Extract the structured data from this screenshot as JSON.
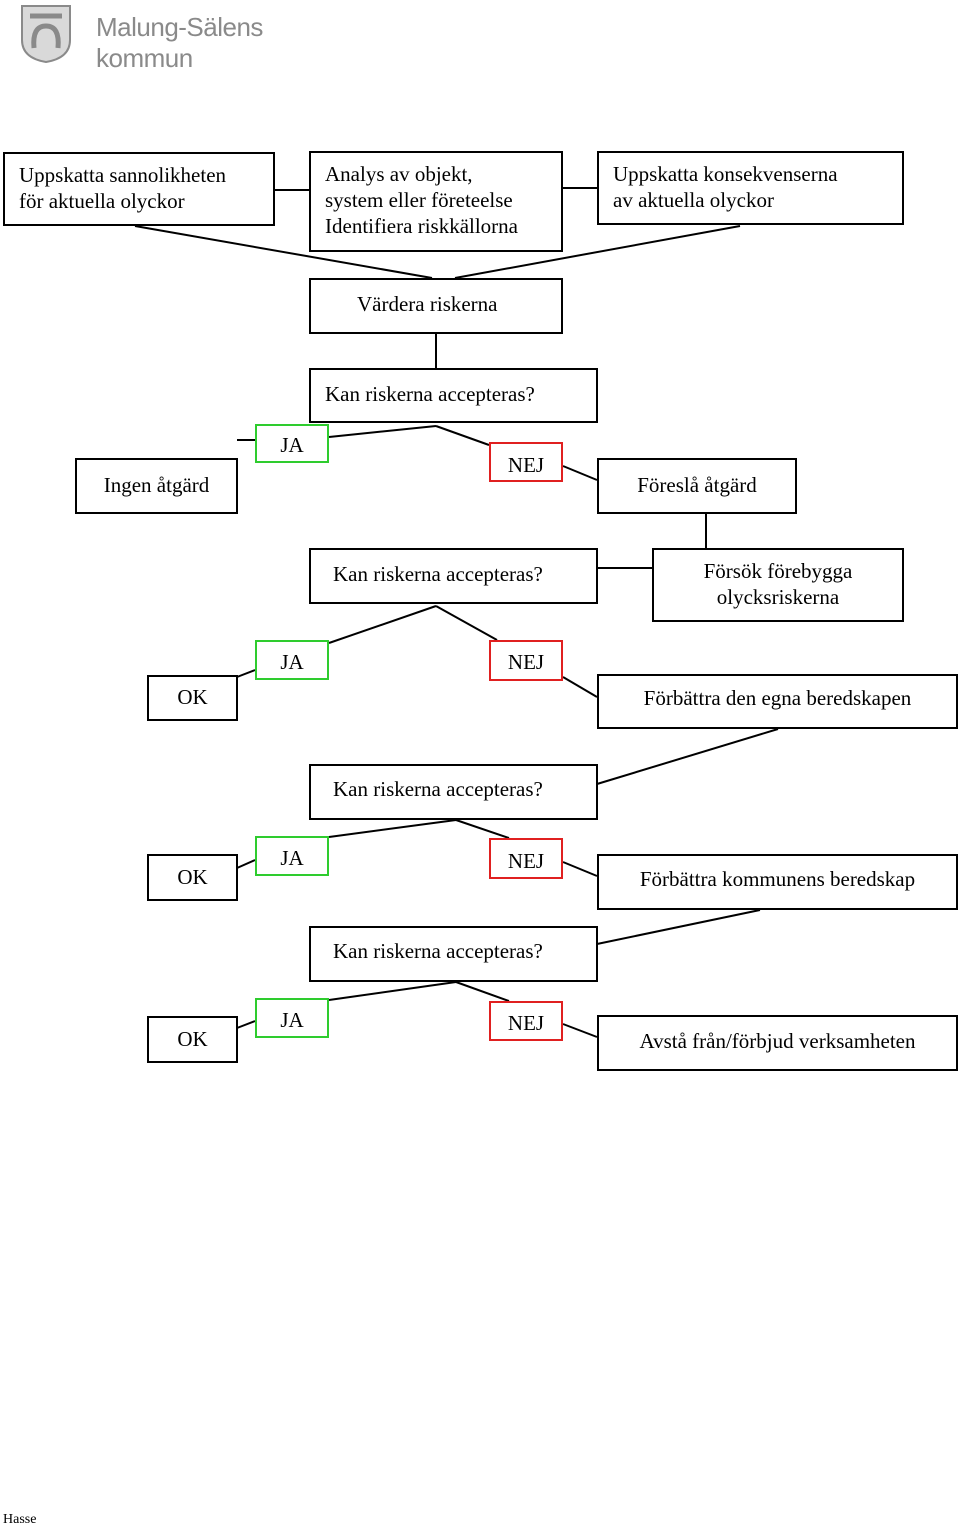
{
  "header": {
    "brand": "Malung-Sälens kommun"
  },
  "top": {
    "probability": [
      "Uppskatta sannolikheten",
      "för aktuella olyckor"
    ],
    "analysis": [
      "Analys av objekt,",
      "system eller företeelse",
      "Identifiera riskkällorna"
    ],
    "consequences": [
      "Uppskatta konsekvenserna",
      "av aktuella olyckor"
    ],
    "evaluate": "Värdera riskerna"
  },
  "step1": {
    "question": "Kan riskerna accepteras?",
    "yes": "JA",
    "no": "NEJ",
    "yes_result": "Ingen åtgärd",
    "no_result": "Föreslå åtgärd"
  },
  "step2": {
    "question": "Kan riskerna accepteras?",
    "action": [
      "Försök förebygga",
      "olycksriskerna"
    ],
    "yes": "JA",
    "no": "NEJ",
    "yes_result": "OK",
    "no_result": "Förbättra den egna beredskapen"
  },
  "step3": {
    "question": "Kan riskerna accepteras?",
    "yes": "JA",
    "no": "NEJ",
    "yes_result": "OK",
    "no_result": "Förbättra kommunens beredskap"
  },
  "step4": {
    "question": "Kan riskerna accepteras?",
    "yes": "JA",
    "no": "NEJ",
    "yes_result": "OK",
    "no_result": "Avstå från/förbjud verksamheten"
  },
  "footer": {
    "author": "Hasse"
  },
  "colors": {
    "yes": "#2ecc2e",
    "no": "#e02020",
    "line": "#000000"
  }
}
